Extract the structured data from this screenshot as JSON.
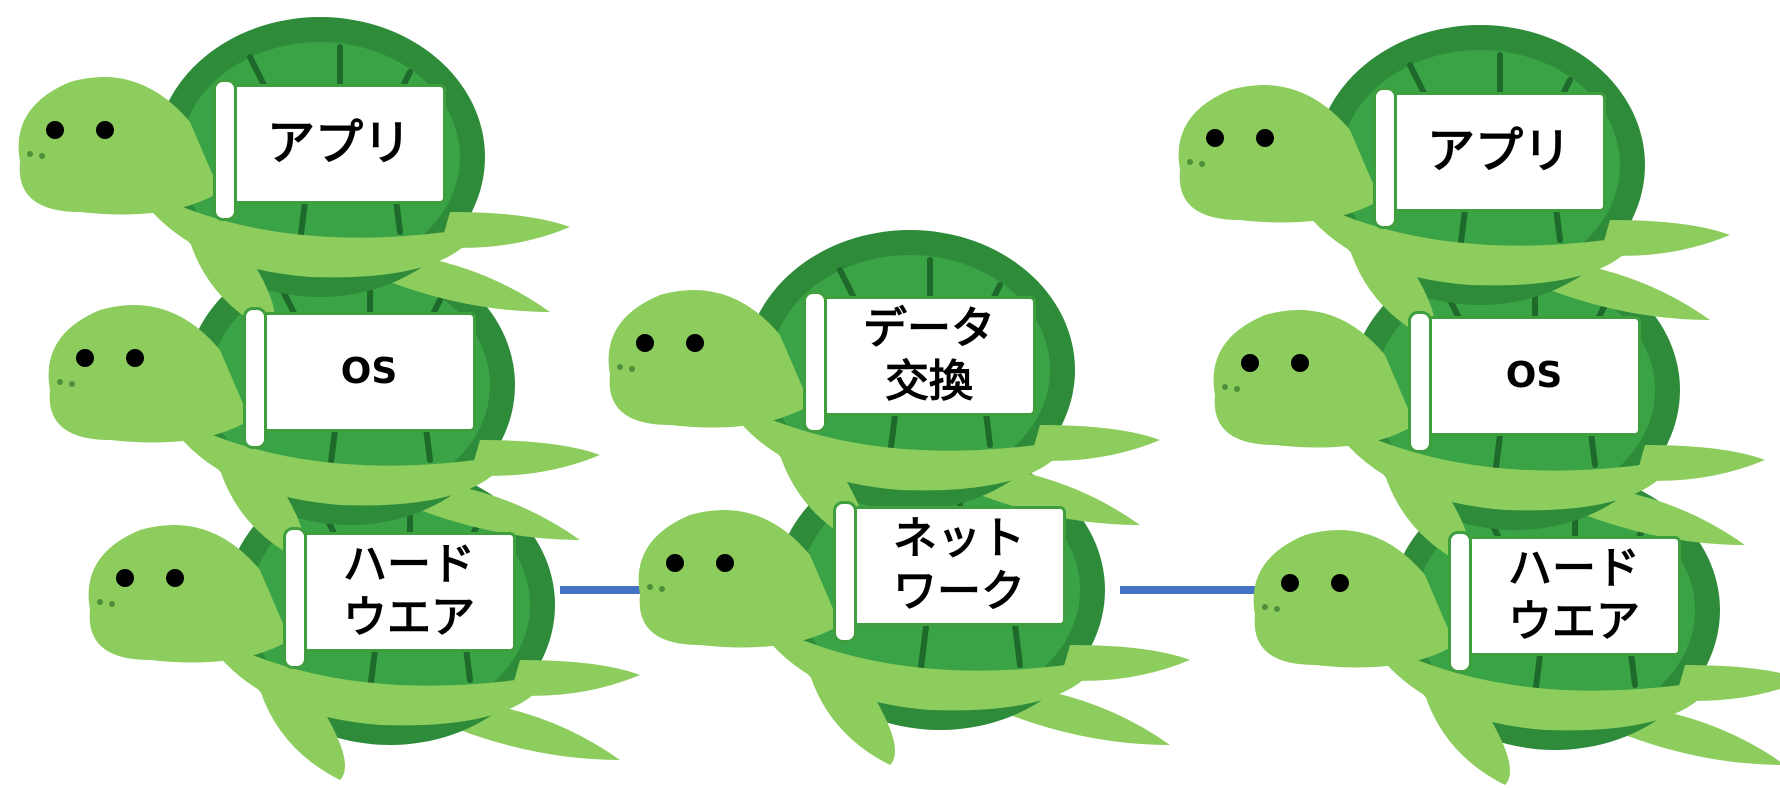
{
  "colors": {
    "shell_dark": "#2e8b3a",
    "shell_light": "#3aa346",
    "shell_lines": "#1e6a2a",
    "body_green": "#8ccd5e",
    "card_border": "#3f9f3f",
    "link_blue": "#4472c4"
  },
  "stacks": {
    "left": {
      "app": "アプリ",
      "os": "OS",
      "hardware": "ハード\nウエア"
    },
    "middle": {
      "data_exchange": "データ\n交換",
      "network": "ネット\nワーク"
    },
    "right": {
      "app": "アプリ",
      "os": "OS",
      "hardware": "ハード\nウエア"
    }
  }
}
